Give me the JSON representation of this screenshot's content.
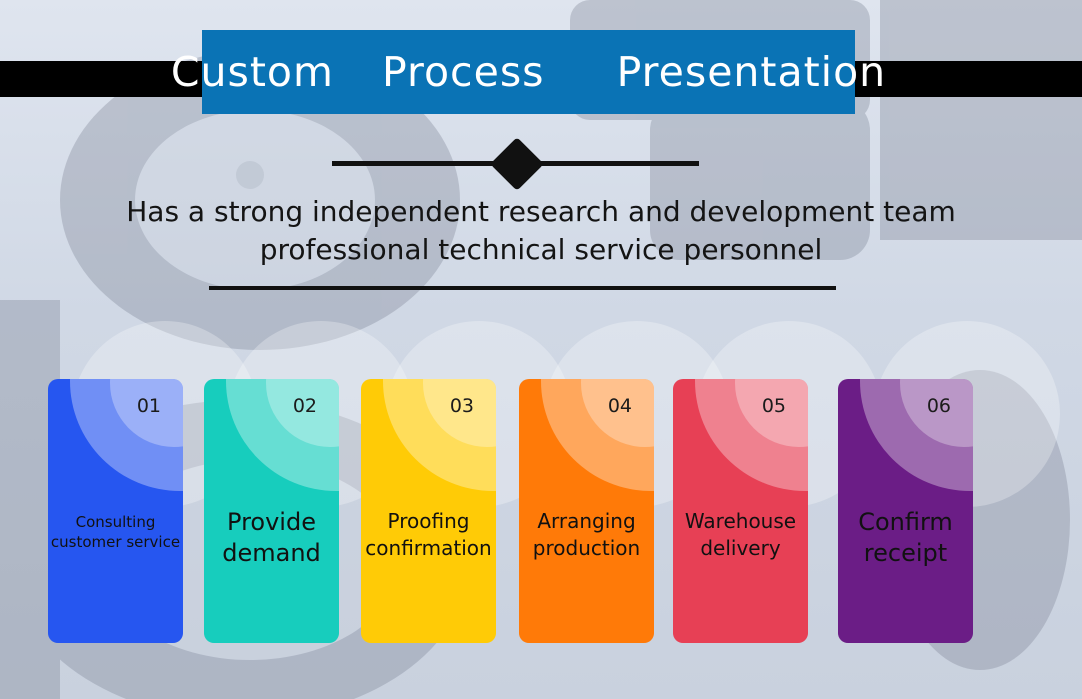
{
  "title": "Custom  Process   Presentation",
  "subtitle_line1": "Has a strong independent research and development team",
  "subtitle_line2": "professional technical service personnel",
  "colors": {
    "banner": "#0a73b5",
    "card1": "#2656f0",
    "card2": "#17cdbd",
    "card3": "#ffcb06",
    "card4": "#ff7a08",
    "card5": "#e74055",
    "card6": "#6b1d86"
  },
  "steps": [
    {
      "number": "01",
      "label_line1": "Consulting",
      "label_line2": "customer service"
    },
    {
      "number": "02",
      "label_line1": "Provide",
      "label_line2": "demand"
    },
    {
      "number": "03",
      "label_line1": "Proofing",
      "label_line2": "confirmation"
    },
    {
      "number": "04",
      "label_line1": "Arranging",
      "label_line2": "production"
    },
    {
      "number": "05",
      "label_line1": "Warehouse",
      "label_line2": "delivery"
    },
    {
      "number": "06",
      "label_line1": "Confirm",
      "label_line2": "receipt"
    }
  ]
}
